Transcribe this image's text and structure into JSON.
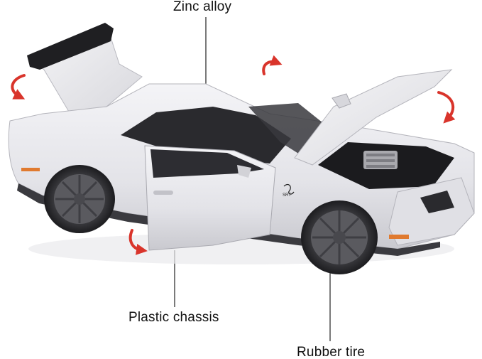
{
  "labels": {
    "zinc_alloy": "Zinc alloy",
    "plastic_chassis": "Plastic chassis",
    "rubber_tire": "Rubber tire"
  },
  "badge_text": "SRT",
  "colors": {
    "background": "#ffffff",
    "body": "#e8e8ec",
    "arrow": "#d9342b",
    "wheel": "#555559",
    "label_text": "#111111"
  },
  "icons": [
    "curved-arrow-icon",
    "curved-arrow-icon",
    "curved-arrow-icon",
    "curved-arrow-icon"
  ]
}
